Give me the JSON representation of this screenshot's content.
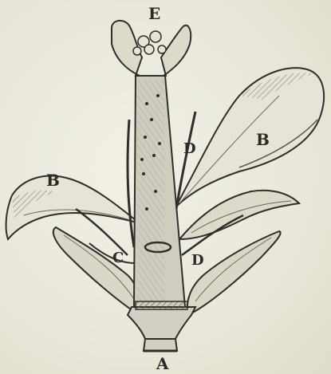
{
  "figure": {
    "labels": {
      "E": "E",
      "B_right": "B",
      "B_left": "B",
      "D_upper": "D",
      "D_lower": "D",
      "C": "C",
      "A": "A"
    }
  }
}
